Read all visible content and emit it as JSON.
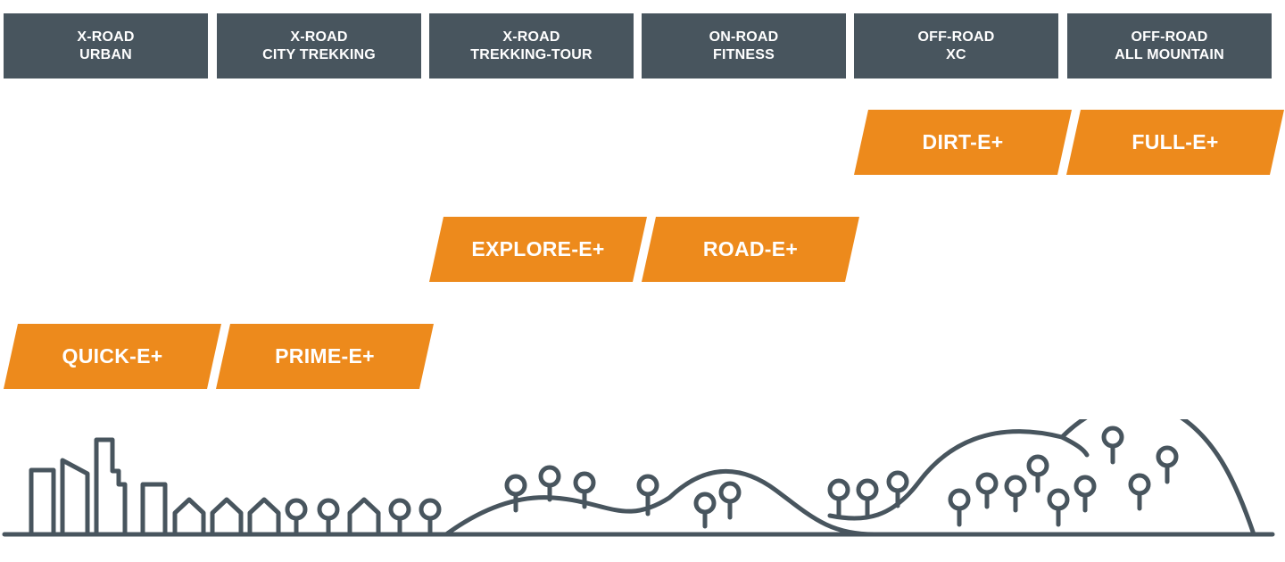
{
  "colors": {
    "header_bg": "#48555e",
    "tag_bg": "#ed8a1c",
    "text": "#ffffff",
    "line": "#48555e"
  },
  "categories": [
    {
      "line1": "X-ROAD",
      "line2": "URBAN"
    },
    {
      "line1": "X-ROAD",
      "line2": "CITY TREKKING"
    },
    {
      "line1": "X-ROAD",
      "line2": "TREKKING-TOUR"
    },
    {
      "line1": "ON-ROAD",
      "line2": "FITNESS"
    },
    {
      "line1": "OFF-ROAD",
      "line2": "XC"
    },
    {
      "line1": "OFF-ROAD",
      "line2": "ALL MOUNTAIN"
    }
  ],
  "models": {
    "dirt": "DIRT-E+",
    "full": "FULL-E+",
    "explore": "EXPLORE-E+",
    "road": "ROAD-E+",
    "quick": "QUICK-E+",
    "prime": "PRIME-E+"
  },
  "icons": {
    "landscape": "city-to-mountain-landscape-icon"
  }
}
